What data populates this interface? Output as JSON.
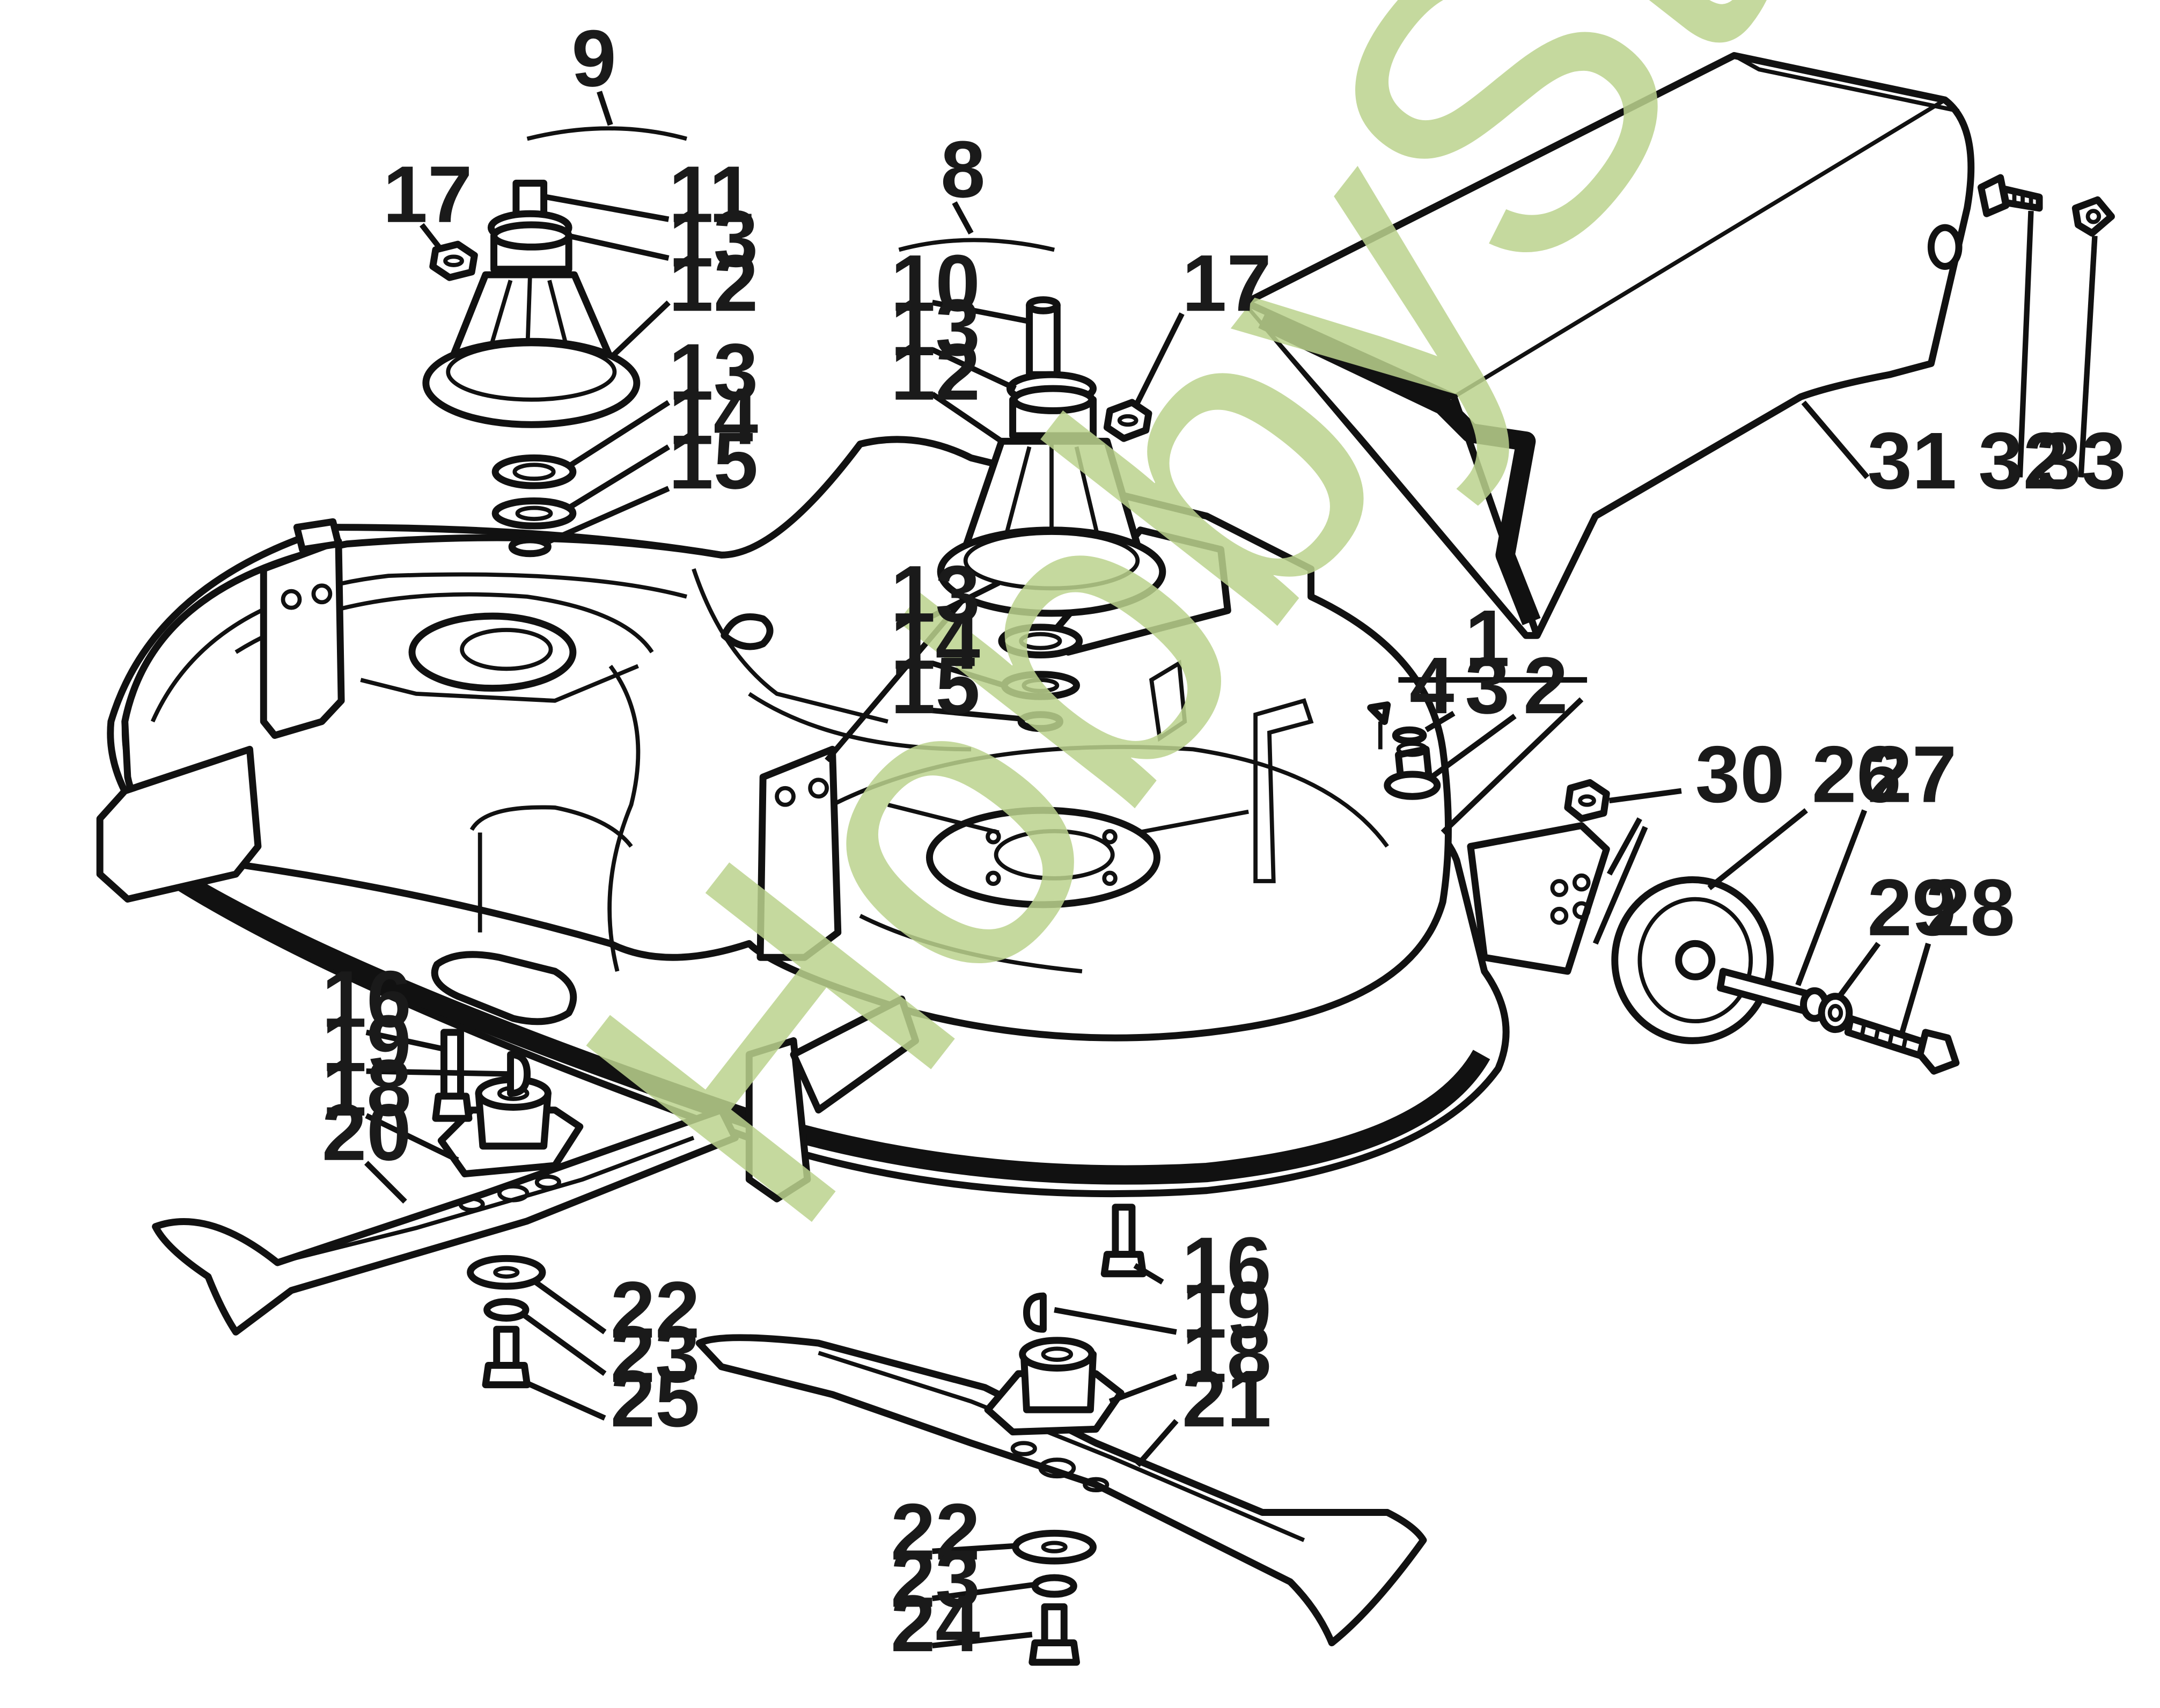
{
  "watermark": "HobbyStore.it",
  "labels": {
    "l9": "9",
    "l8": "8",
    "l1": "1",
    "l17a": "17",
    "l11": "11",
    "l13a": "13",
    "l12a": "12",
    "l13b": "13",
    "l14a": "14",
    "l15a": "15",
    "l10": "10",
    "l13c": "13",
    "l12b": "12",
    "l17b": "17",
    "l13d": "13",
    "l14b": "14",
    "l15b": "15",
    "l31": "31",
    "l32": "32",
    "l33": "33",
    "l4": "4",
    "l3": "3",
    "l2": "2",
    "l30": "30",
    "l26": "26",
    "l27": "27",
    "l29": "29",
    "l28": "28",
    "l16a": "16",
    "l19a": "19",
    "l18a": "18",
    "l20": "20",
    "l16b": "16",
    "l19b": "19",
    "l18b": "18",
    "l21": "21",
    "l22a": "22",
    "l23a": "23",
    "l25": "25",
    "l22b": "22",
    "l23b": "23",
    "l24": "24"
  }
}
